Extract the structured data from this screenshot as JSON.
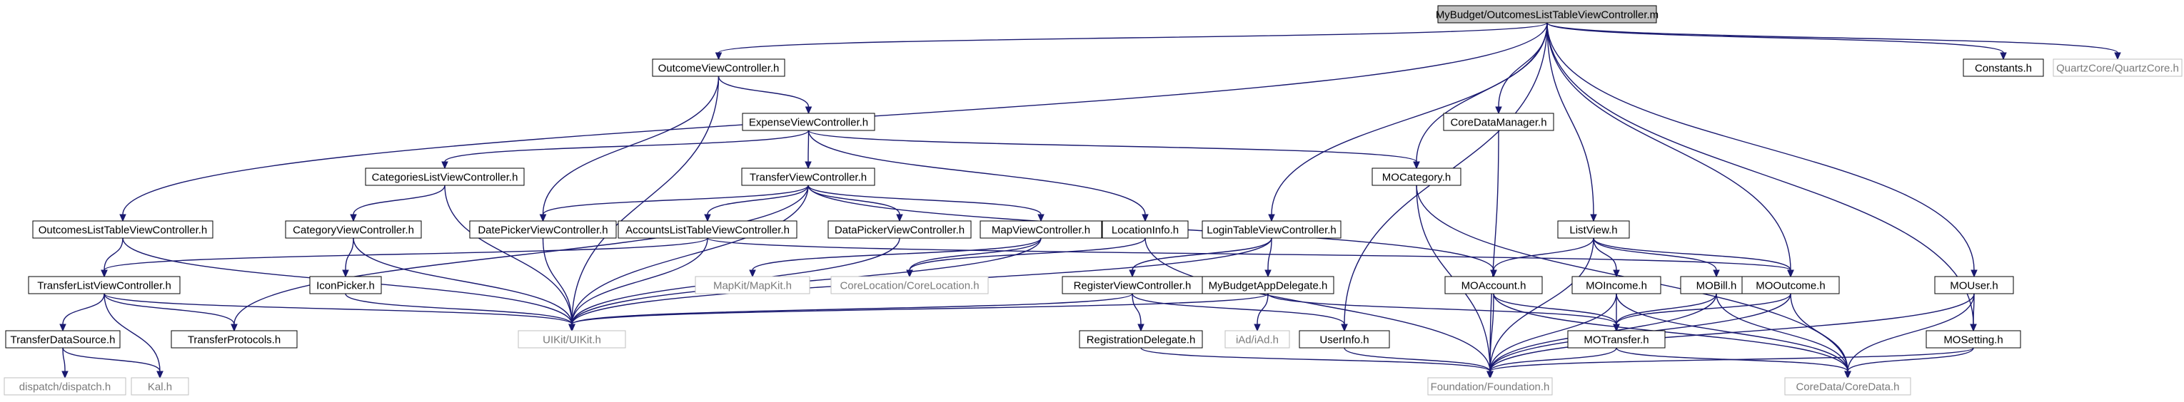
{
  "diagram": {
    "nodes": [
      {
        "id": "root",
        "label": "MyBudget/OutcomesListTableViewController.m",
        "kind": "root"
      },
      {
        "id": "ovc",
        "label": "OutcomeViewController.h"
      },
      {
        "id": "const",
        "label": "Constants.h"
      },
      {
        "id": "qc",
        "label": "QuartzCore/QuartzCore.h",
        "kind": "sys"
      },
      {
        "id": "evc",
        "label": "ExpenseViewController.h"
      },
      {
        "id": "cdm",
        "label": "CoreDataManager.h"
      },
      {
        "id": "clvc",
        "label": "CategoriesListViewController.h"
      },
      {
        "id": "tvc",
        "label": "TransferViewController.h"
      },
      {
        "id": "mocat",
        "label": "MOCategory.h"
      },
      {
        "id": "oltvc",
        "label": "OutcomesListTableViewController.h"
      },
      {
        "id": "cvc",
        "label": "CategoryViewController.h"
      },
      {
        "id": "dpvc1",
        "label": "DatePickerViewController.h"
      },
      {
        "id": "altvc",
        "label": "AccountsListTableViewController.h"
      },
      {
        "id": "dpvc2",
        "label": "DataPickerViewController.h"
      },
      {
        "id": "mvc",
        "label": "MapViewController.h"
      },
      {
        "id": "loc",
        "label": "LocationInfo.h"
      },
      {
        "id": "ltvc",
        "label": "LoginTableViewController.h"
      },
      {
        "id": "lv",
        "label": "ListView.h"
      },
      {
        "id": "tlvc",
        "label": "TransferListViewController.h"
      },
      {
        "id": "ip",
        "label": "IconPicker.h"
      },
      {
        "id": "mk",
        "label": "MapKit/MapKit.h",
        "kind": "sys"
      },
      {
        "id": "cl",
        "label": "CoreLocation/CoreLocation.h",
        "kind": "sys"
      },
      {
        "id": "rvc",
        "label": "RegisterViewController.h"
      },
      {
        "id": "mbad",
        "label": "MyBudgetAppDelegate.h"
      },
      {
        "id": "moacc",
        "label": "MOAccount.h"
      },
      {
        "id": "moinc",
        "label": "MOIncome.h"
      },
      {
        "id": "mobill",
        "label": "MOBill.h"
      },
      {
        "id": "moout",
        "label": "MOOutcome.h"
      },
      {
        "id": "mouser",
        "label": "MOUser.h"
      },
      {
        "id": "tds",
        "label": "TransferDataSource.h"
      },
      {
        "id": "tp",
        "label": "TransferProtocols.h"
      },
      {
        "id": "uikit",
        "label": "UIKit/UIKit.h",
        "kind": "sys"
      },
      {
        "id": "regdel",
        "label": "RegistrationDelegate.h"
      },
      {
        "id": "iad",
        "label": "iAd/iAd.h",
        "kind": "sys"
      },
      {
        "id": "ui",
        "label": "UserInfo.h"
      },
      {
        "id": "motr",
        "label": "MOTransfer.h"
      },
      {
        "id": "mos",
        "label": "MOSetting.h"
      },
      {
        "id": "dd",
        "label": "dispatch/dispatch.h",
        "kind": "sys"
      },
      {
        "id": "kal",
        "label": "Kal.h",
        "kind": "sys"
      },
      {
        "id": "fnd",
        "label": "Foundation/Foundation.h",
        "kind": "sys"
      },
      {
        "id": "cd",
        "label": "CoreData/CoreData.h",
        "kind": "sys"
      }
    ],
    "edges": [
      [
        "root",
        "ovc"
      ],
      [
        "root",
        "const"
      ],
      [
        "root",
        "qc"
      ],
      [
        "root",
        "cdm"
      ],
      [
        "root",
        "mocat"
      ],
      [
        "root",
        "oltvc"
      ],
      [
        "root",
        "ltvc"
      ],
      [
        "root",
        "lv"
      ],
      [
        "root",
        "moout"
      ],
      [
        "root",
        "mouser"
      ],
      [
        "root",
        "mos"
      ],
      [
        "root",
        "ui"
      ],
      [
        "ovc",
        "evc"
      ],
      [
        "ovc",
        "dpvc1"
      ],
      [
        "ovc",
        "uikit"
      ],
      [
        "evc",
        "clvc"
      ],
      [
        "evc",
        "tvc"
      ],
      [
        "evc",
        "mocat"
      ],
      [
        "evc",
        "loc"
      ],
      [
        "clvc",
        "cvc"
      ],
      [
        "clvc",
        "uikit"
      ],
      [
        "cvc",
        "ip"
      ],
      [
        "cvc",
        "uikit"
      ],
      [
        "ip",
        "uikit"
      ],
      [
        "tvc",
        "dpvc1"
      ],
      [
        "tvc",
        "altvc"
      ],
      [
        "tvc",
        "dpvc2"
      ],
      [
        "tvc",
        "mvc"
      ],
      [
        "tvc",
        "moacc"
      ],
      [
        "tvc",
        "tp"
      ],
      [
        "tvc",
        "uikit"
      ],
      [
        "dpvc1",
        "uikit"
      ],
      [
        "altvc",
        "tlvc"
      ],
      [
        "altvc",
        "moout"
      ],
      [
        "altvc",
        "uikit"
      ],
      [
        "dpvc2",
        "uikit"
      ],
      [
        "mvc",
        "mk"
      ],
      [
        "mvc",
        "cl"
      ],
      [
        "mvc",
        "uikit"
      ],
      [
        "loc",
        "cl"
      ],
      [
        "loc",
        "fnd"
      ],
      [
        "mocat",
        "fnd"
      ],
      [
        "mocat",
        "cd"
      ],
      [
        "cdm",
        "fnd"
      ],
      [
        "oltvc",
        "tlvc"
      ],
      [
        "oltvc",
        "uikit"
      ],
      [
        "tlvc",
        "tds"
      ],
      [
        "tlvc",
        "tp"
      ],
      [
        "tlvc",
        "kal"
      ],
      [
        "tlvc",
        "uikit"
      ],
      [
        "tds",
        "dd"
      ],
      [
        "tds",
        "kal"
      ],
      [
        "ltvc",
        "rvc"
      ],
      [
        "ltvc",
        "mbad"
      ],
      [
        "ltvc",
        "uikit"
      ],
      [
        "rvc",
        "regdel"
      ],
      [
        "rvc",
        "ui"
      ],
      [
        "rvc",
        "uikit"
      ],
      [
        "regdel",
        "fnd"
      ],
      [
        "mbad",
        "iad"
      ],
      [
        "mbad",
        "uikit"
      ],
      [
        "mbad",
        "motr"
      ],
      [
        "ui",
        "fnd"
      ],
      [
        "lv",
        "moacc"
      ],
      [
        "lv",
        "moinc"
      ],
      [
        "lv",
        "mobill"
      ],
      [
        "lv",
        "moout"
      ],
      [
        "lv",
        "fnd"
      ],
      [
        "moacc",
        "motr"
      ],
      [
        "moacc",
        "fnd"
      ],
      [
        "moacc",
        "cd"
      ],
      [
        "moinc",
        "motr"
      ],
      [
        "moinc",
        "fnd"
      ],
      [
        "moinc",
        "cd"
      ],
      [
        "mobill",
        "motr"
      ],
      [
        "mobill",
        "fnd"
      ],
      [
        "mobill",
        "cd"
      ],
      [
        "moout",
        "motr"
      ],
      [
        "moout",
        "fnd"
      ],
      [
        "moout",
        "cd"
      ],
      [
        "motr",
        "fnd"
      ],
      [
        "motr",
        "cd"
      ],
      [
        "mouser",
        "mos"
      ],
      [
        "mouser",
        "fnd"
      ],
      [
        "mouser",
        "cd"
      ],
      [
        "mos",
        "fnd"
      ],
      [
        "mos",
        "cd"
      ]
    ]
  }
}
